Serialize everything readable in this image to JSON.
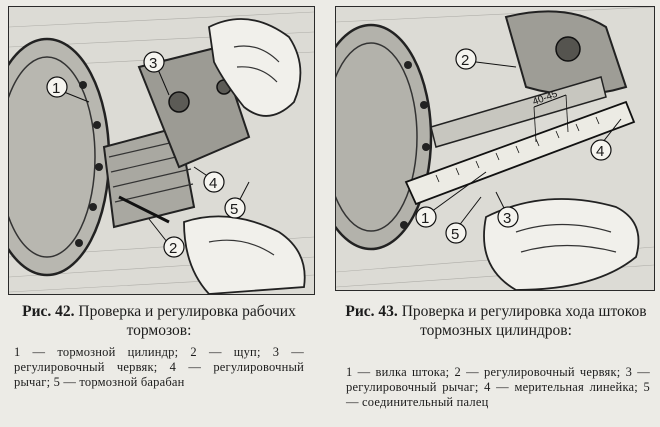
{
  "fig42": {
    "caption_num": "Рис. 42.",
    "caption_text": "Проверка и регулировка рабочих тормозов:",
    "legend": "1 — тормозной цилиндр; 2 — щуп; 3 — регулировочный червяк; 4 — регулировочный рычаг; 5 — тормозной барабан",
    "callouts": [
      "1",
      "2",
      "3",
      "4",
      "5"
    ]
  },
  "fig43": {
    "caption_num": "Рис. 43.",
    "caption_text": "Проверка и регулировка хода штоков тормозных цилиндров:",
    "legend": "1 — вилка штока; 2 — регулировочный червяк; 3 — регулировочный рычаг; 4 — мерительная линейка; 5 — соединительный палец",
    "callouts": [
      "1",
      "2",
      "3",
      "4",
      "5"
    ],
    "scale_label": "40-45"
  }
}
